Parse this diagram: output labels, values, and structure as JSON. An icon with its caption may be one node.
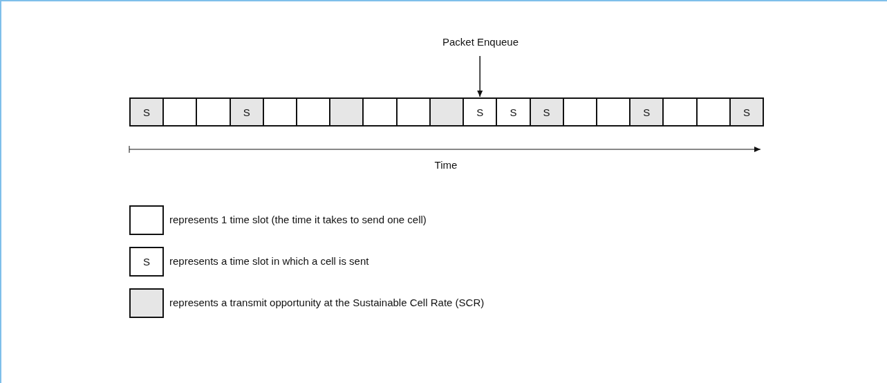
{
  "diagram": {
    "nodes": [
      {
        "text": [
          "Packet Enqueue"
        ]
      },
      {
        "text": [
          "S"
        ]
      },
      {
        "text": [],
        "shape": "box"
      },
      {
        "text": [],
        "shape": "box"
      },
      {
        "text": [
          "S"
        ]
      },
      {
        "text": [],
        "shape": "box"
      },
      {
        "text": [],
        "shape": "box"
      },
      {
        "text": [],
        "shape": "box"
      },
      {
        "text": [],
        "shape": "box"
      },
      {
        "text": [],
        "shape": "box"
      },
      {
        "text": [],
        "shape": "box"
      },
      {
        "text": [
          "S"
        ]
      },
      {
        "text": [
          "S"
        ]
      },
      {
        "text": [
          "S"
        ]
      },
      {
        "text": [],
        "shape": "box"
      },
      {
        "text": [],
        "shape": "box"
      },
      {
        "text": [
          "S"
        ]
      },
      {
        "text": [],
        "shape": "box"
      },
      {
        "text": [],
        "shape": "box"
      },
      {
        "text": [
          "S"
        ]
      }
    ],
    "edges": [
      {
        "from": 0,
        "to": 11,
        "arrow": "to"
      }
    ],
    "labels": [
      "Time",
      "S"
    ],
    "legend": [
      {
        "text": "represents 1 time slot (the time it takes to send one cell)"
      },
      {
        "text": "represents a time slot in which a cell is sent"
      },
      {
        "text": "represents a transmit opportunity at the Sustainable Cell Rate (SCR)",
        "color": "#e6e6e6"
      }
    ]
  }
}
